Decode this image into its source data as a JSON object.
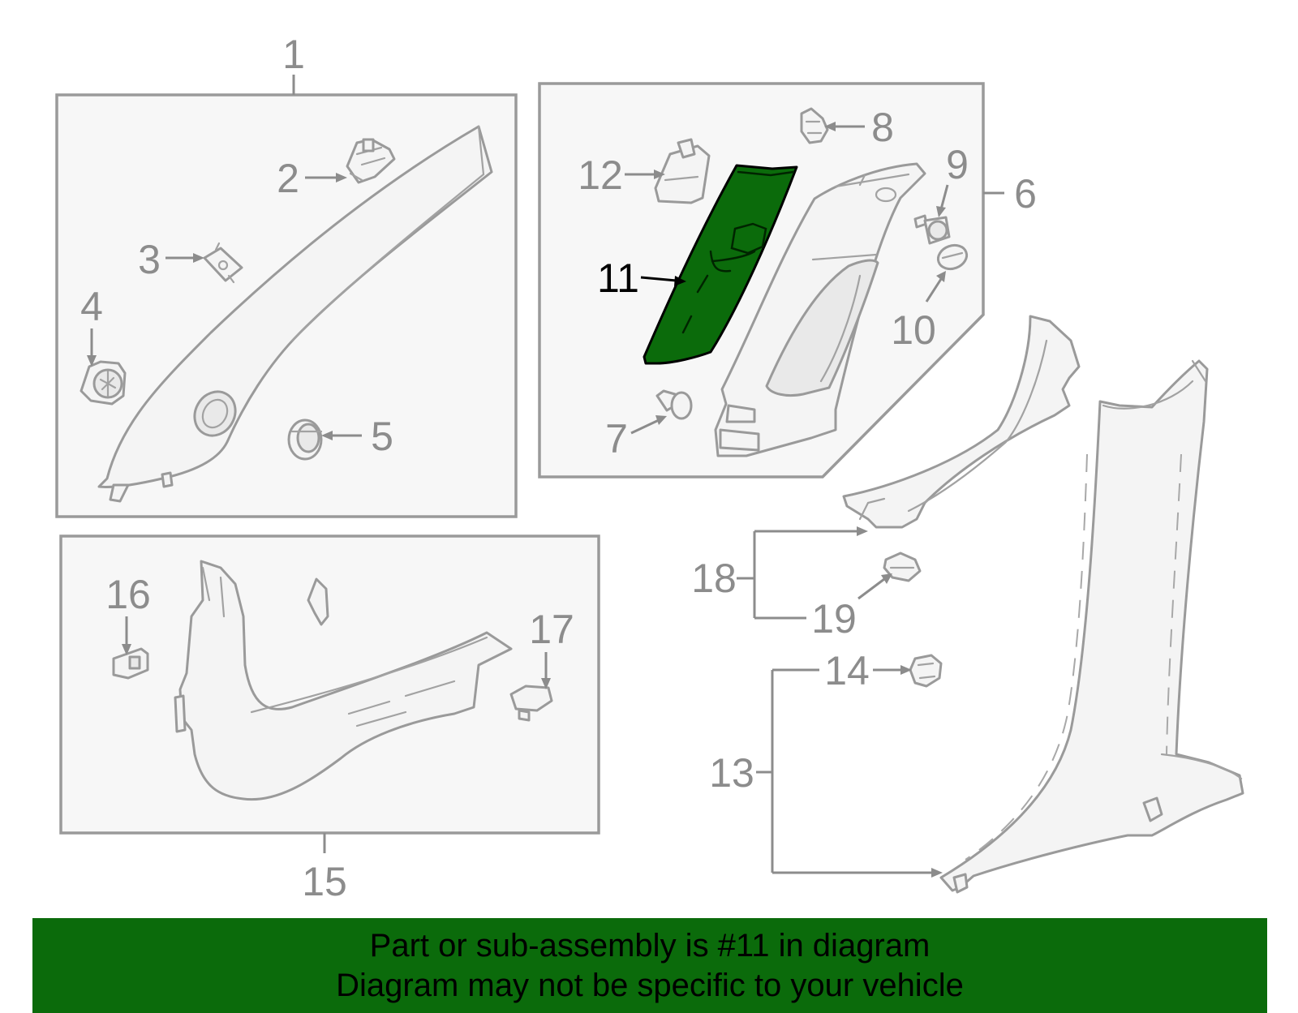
{
  "diagram": {
    "callouts": [
      "1",
      "2",
      "3",
      "4",
      "5",
      "6",
      "7",
      "8",
      "9",
      "10",
      "11",
      "12",
      "13",
      "14",
      "15",
      "16",
      "17",
      "18",
      "19"
    ],
    "highlighted_callout": "11",
    "colors": {
      "highlight": "#0b6b0b",
      "line": "#9a9a9a",
      "label": "#8c8c8c",
      "box_fill": "#f7f7f7"
    }
  },
  "banner": {
    "line1": "Part or sub-assembly is #11 in diagram",
    "line2": "Diagram may not be specific to your vehicle"
  }
}
